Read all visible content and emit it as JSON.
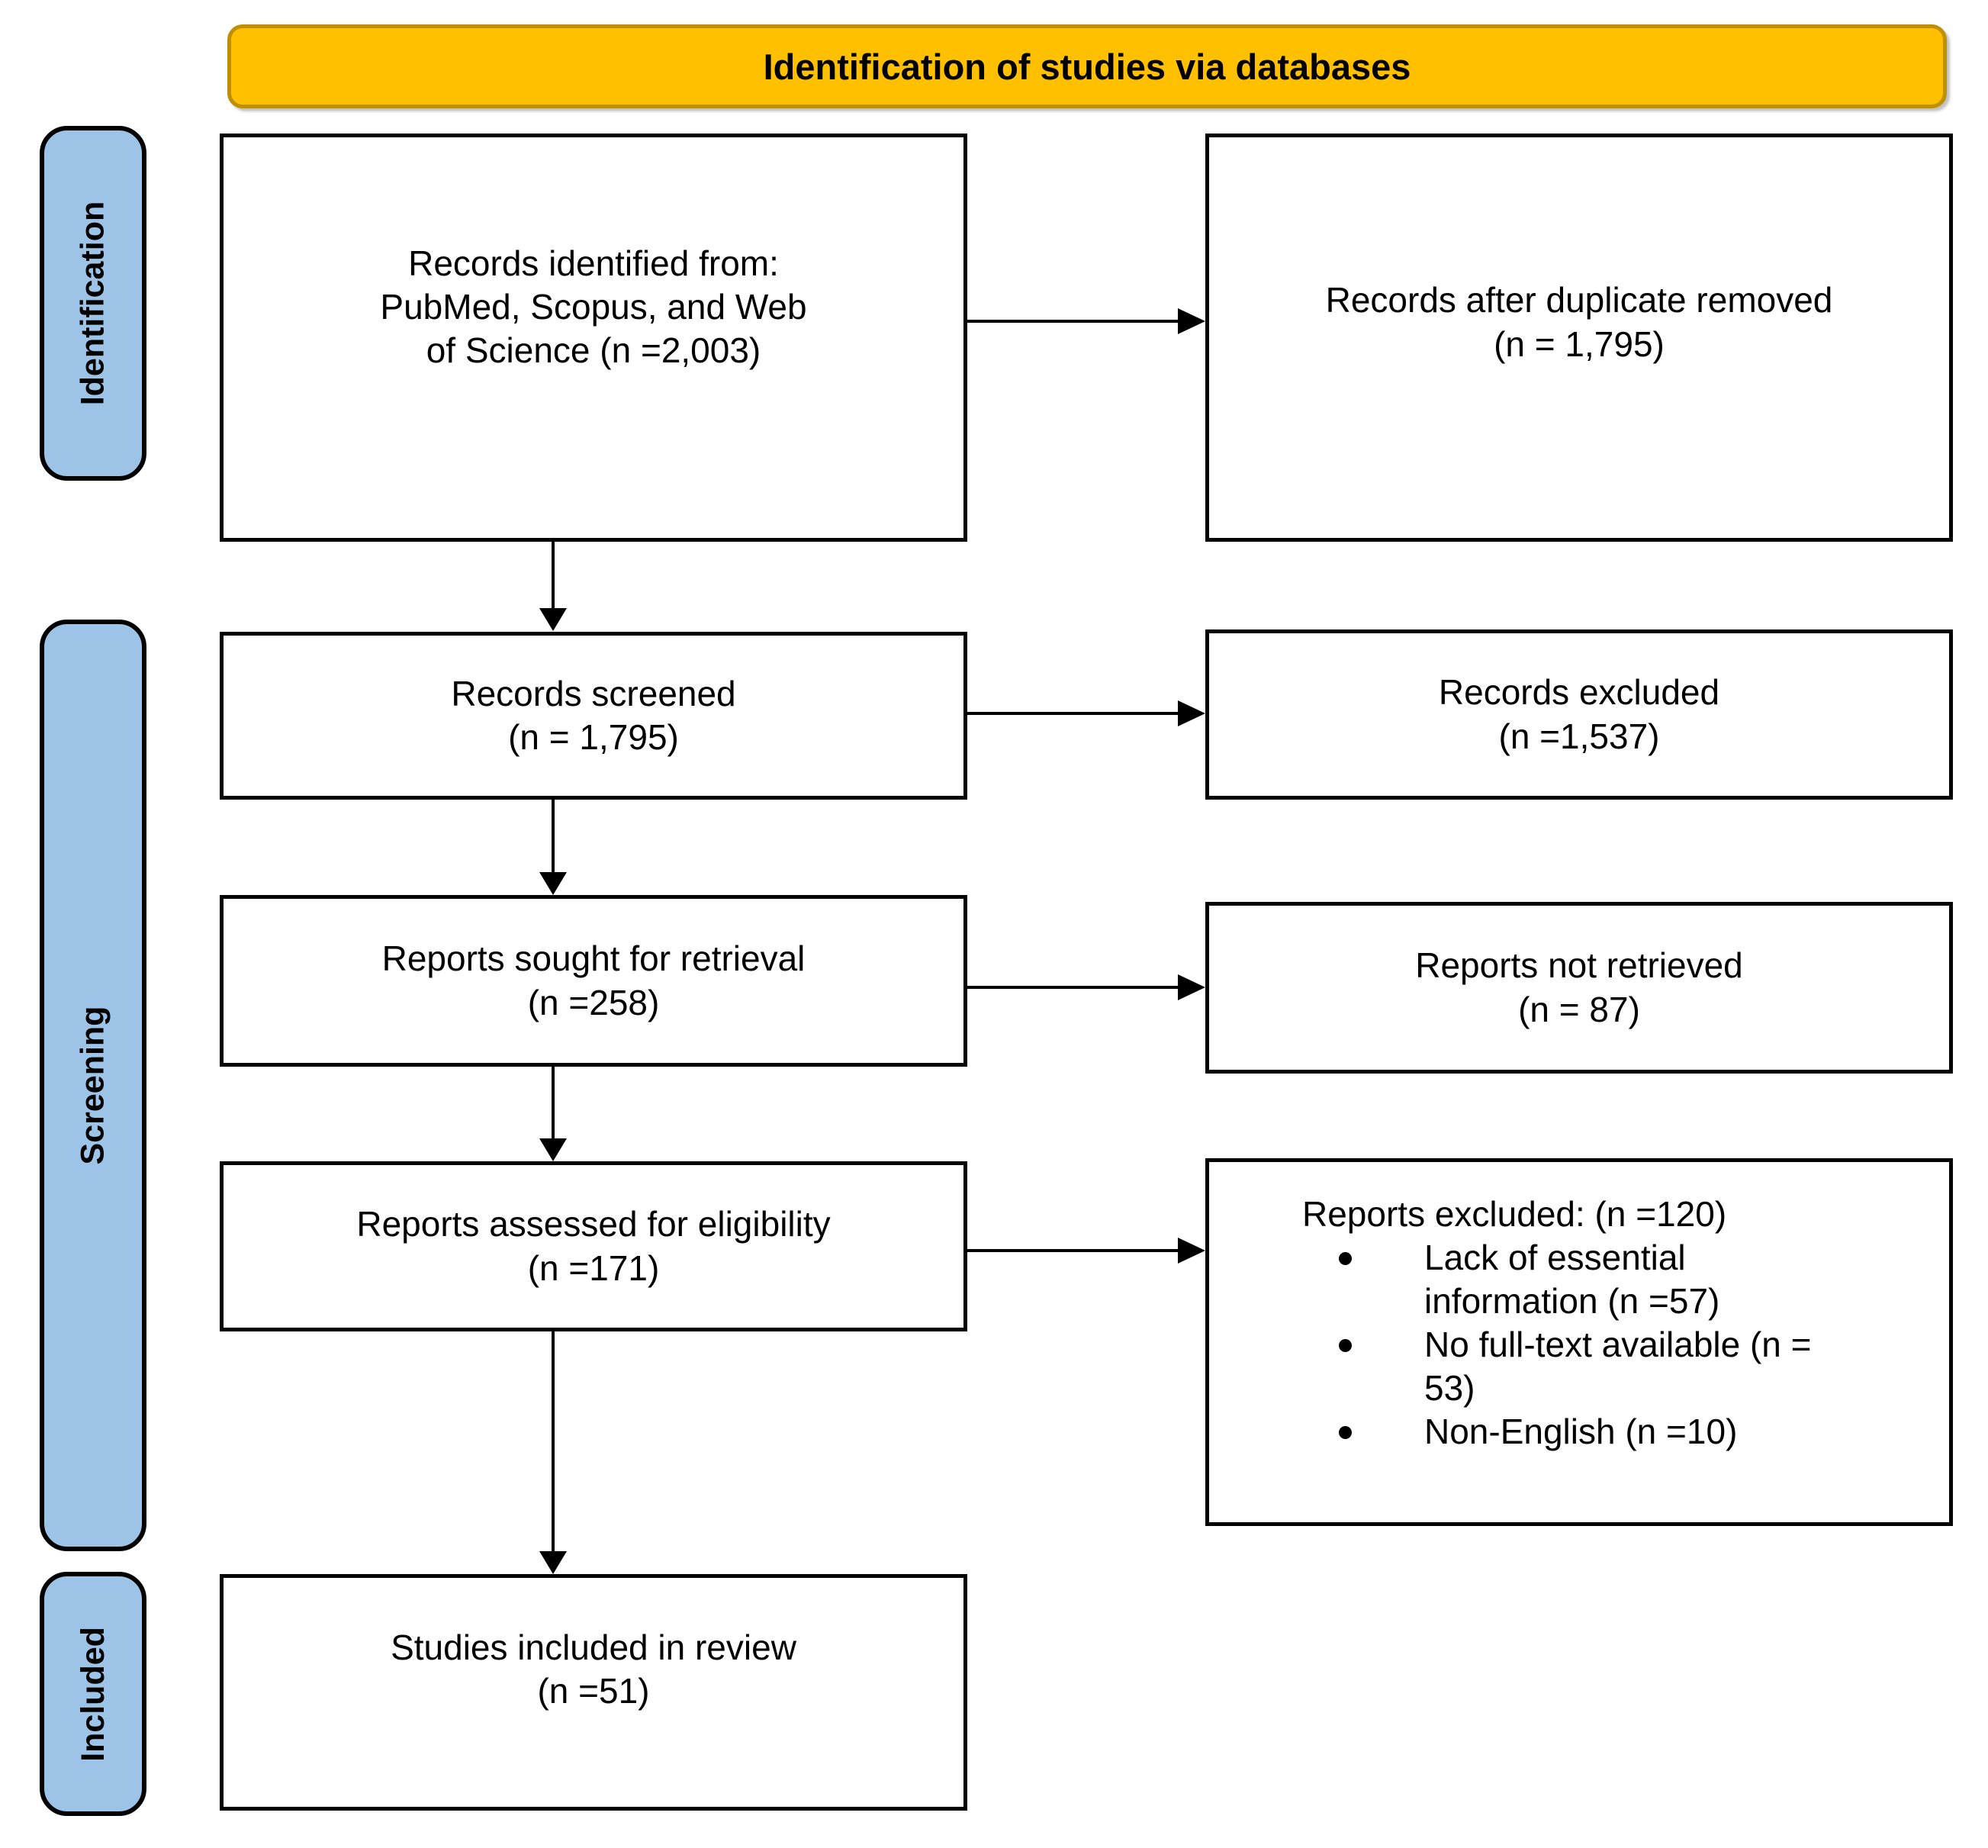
{
  "banner": {
    "title": "Identification of studies via databases",
    "bg_color": "#FFC000",
    "border_color": "#BF8F00"
  },
  "stages": {
    "identification": "Identification",
    "screening": "Screening",
    "included": "Included",
    "bg_color": "#9DC3E6"
  },
  "boxes": {
    "records_identified": "Records identified from:\nPubMed, Scopus, and Web\nof Science (n =2,003)",
    "duplicates_removed": "Records after duplicate removed\n(n = 1,795)",
    "records_screened": "Records screened\n(n = 1,795)",
    "records_excluded": "Records excluded\n(n =1,537)",
    "reports_sought": "Reports sought for retrieval\n(n =258)",
    "reports_not_retrieved": "Reports not retrieved\n(n = 87)",
    "reports_assessed": "Reports assessed for eligibility\n(n =171)",
    "reports_excluded": {
      "title": "Reports excluded: (n =120)",
      "items": [
        "Lack of essential information (n =57)",
        "No full-text available (n = 53)",
        "Non-English (n =10)"
      ]
    },
    "studies_included": "Studies included in review\n(n =51)"
  }
}
